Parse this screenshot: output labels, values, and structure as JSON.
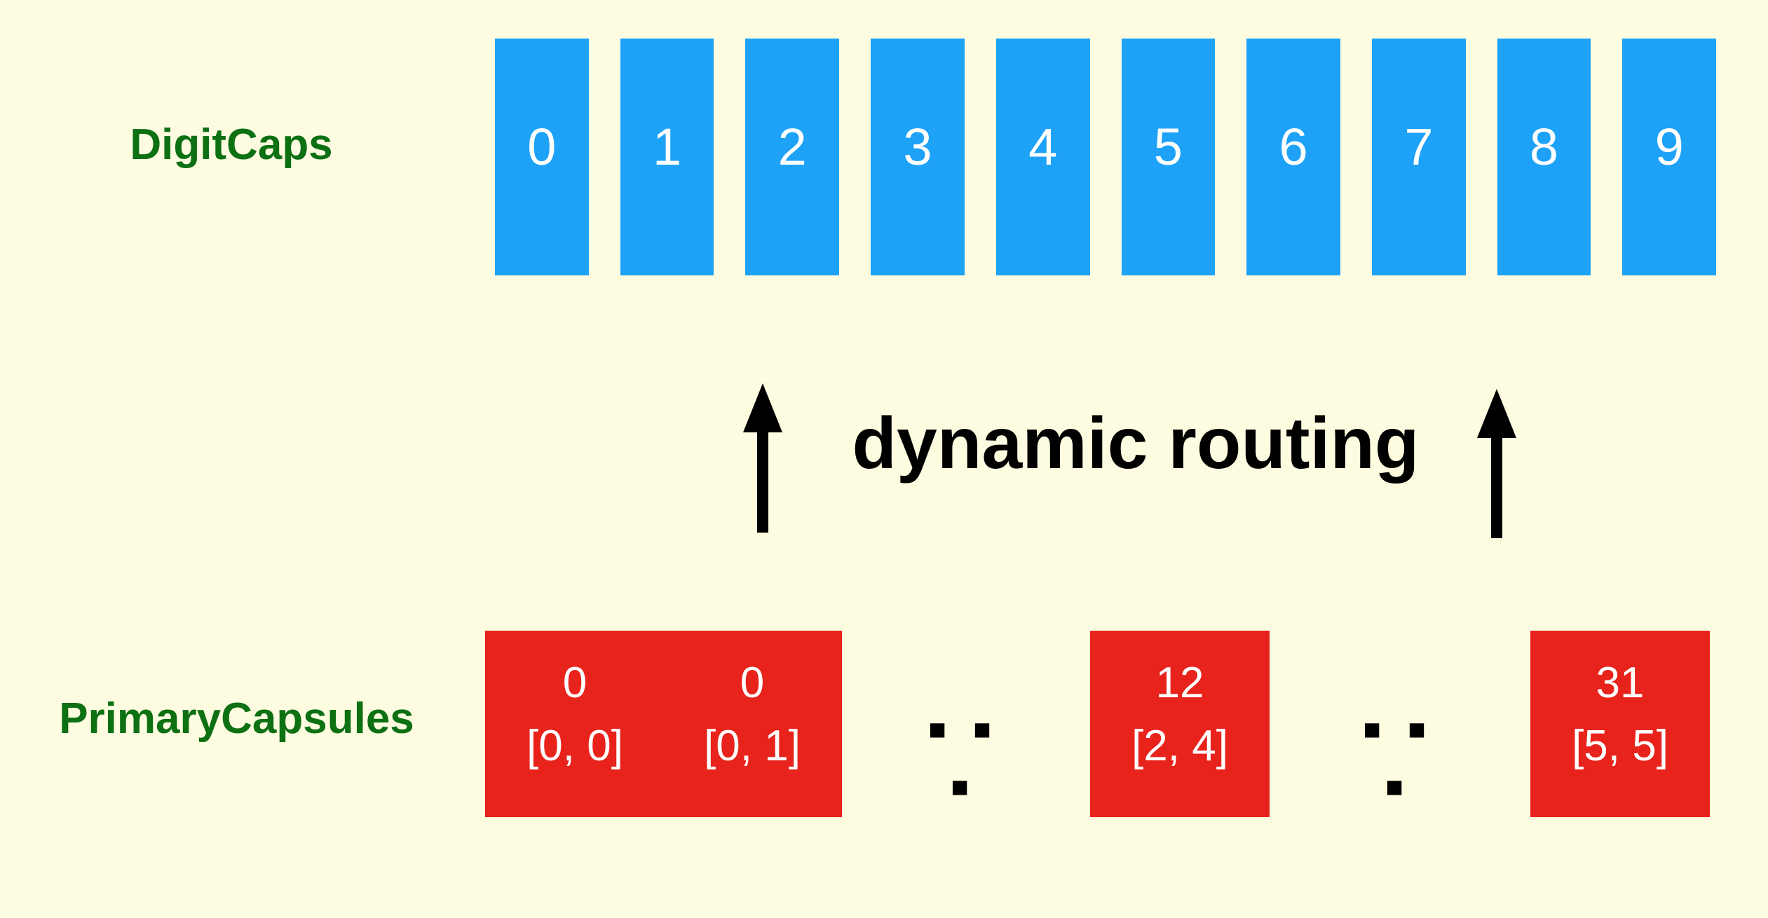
{
  "diagram": {
    "background_color": "#fdfbe0",
    "label_color": "#0d7013",
    "digitcaps_color": "#1ea2f7",
    "primarycapsules_color": "#e8231c",
    "arrow_color": "#000000"
  },
  "digitcaps": {
    "label": "DigitCaps",
    "capsules": [
      {
        "label": "0"
      },
      {
        "label": "1"
      },
      {
        "label": "2"
      },
      {
        "label": "3"
      },
      {
        "label": "4"
      },
      {
        "label": "5"
      },
      {
        "label": "6"
      },
      {
        "label": "7"
      },
      {
        "label": "8"
      },
      {
        "label": "9"
      }
    ]
  },
  "routing": {
    "text": "dynamic routing",
    "left_arrow_icon": "arrow-up-icon",
    "right_arrow_icon": "arrow-up-icon"
  },
  "primarycapsules": {
    "label": "PrimaryCapsules",
    "capsules": [
      {
        "index": "0",
        "coord": "[0, 0]"
      },
      {
        "index": "0",
        "coord": "[0, 1]"
      },
      {
        "index": "12",
        "coord": "[2, 4]"
      },
      {
        "index": "31",
        "coord": "[5, 5]"
      }
    ],
    "ellipses": [
      {
        "text": "▪ ▪ ▪"
      },
      {
        "text": "▪ ▪ ▪"
      }
    ]
  }
}
